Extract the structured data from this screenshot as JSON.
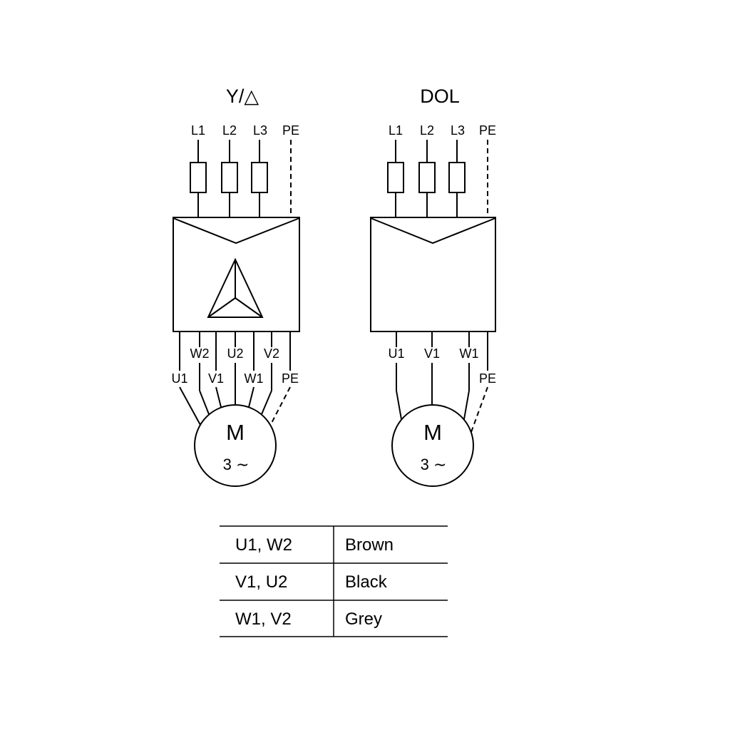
{
  "star_delta": {
    "title": "Y/△",
    "supply": [
      "L1",
      "L2",
      "L3",
      "PE"
    ],
    "terminals_upper": [
      "W2",
      "U2",
      "V2"
    ],
    "terminals_lower": [
      "U1",
      "V1",
      "W1",
      "PE"
    ],
    "motor": {
      "letter": "M",
      "phase": "3 ∼"
    }
  },
  "dol": {
    "title": "DOL",
    "supply": [
      "L1",
      "L2",
      "L3",
      "PE"
    ],
    "terminals_upper": [
      "U1",
      "V1",
      "W1"
    ],
    "terminals_lower": [
      "PE"
    ],
    "motor": {
      "letter": "M",
      "phase": "3 ∼"
    }
  },
  "legend_table": {
    "rows": [
      {
        "terminals": "U1, W2",
        "color_name": "Brown"
      },
      {
        "terminals": "V1, U2",
        "color_name": "Black"
      },
      {
        "terminals": "W1, V2",
        "color_name": "Grey"
      }
    ]
  },
  "colors": {
    "line": "#000000",
    "background": "#ffffff"
  }
}
